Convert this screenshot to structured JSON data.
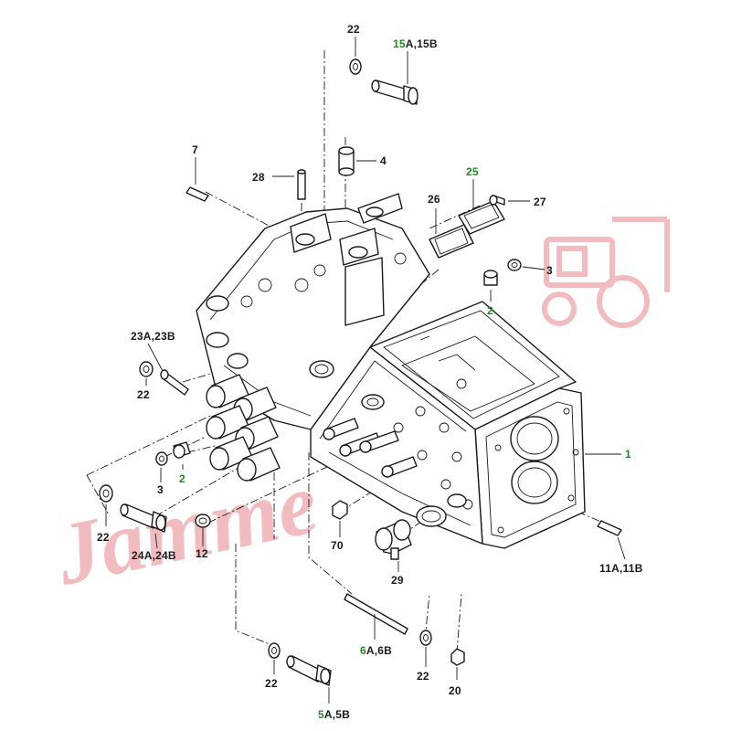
{
  "colors": {
    "label": "#1a1a1a",
    "accent": "#1f8a1f",
    "watermark": "#e8848c"
  },
  "watermark": {
    "text": "Jamme"
  },
  "callouts": [
    {
      "id": "22-top",
      "text": "22"
    },
    {
      "id": "15",
      "text": "15A,15B",
      "accent_prefix": "15",
      "rest": "A,15B"
    },
    {
      "id": "7",
      "text": "7"
    },
    {
      "id": "4",
      "text": "4"
    },
    {
      "id": "28",
      "text": "28"
    },
    {
      "id": "25",
      "text": "25",
      "accent_prefix": "25",
      "rest": ""
    },
    {
      "id": "26",
      "text": "26"
    },
    {
      "id": "27",
      "text": "27"
    },
    {
      "id": "3-right",
      "text": "3"
    },
    {
      "id": "2-right",
      "text": "2",
      "accent_prefix": "2",
      "rest": ""
    },
    {
      "id": "23",
      "text": "23A,23B"
    },
    {
      "id": "22-left",
      "text": "22"
    },
    {
      "id": "1",
      "text": "1",
      "accent_prefix": "1",
      "rest": ""
    },
    {
      "id": "3-left",
      "text": "3"
    },
    {
      "id": "2-left",
      "text": "2",
      "accent_prefix": "2",
      "rest": ""
    },
    {
      "id": "22-lower",
      "text": "22"
    },
    {
      "id": "24",
      "text": "24A,24B"
    },
    {
      "id": "12",
      "text": "12"
    },
    {
      "id": "70",
      "text": "70"
    },
    {
      "id": "29",
      "text": "29"
    },
    {
      "id": "11",
      "text": "11A,11B"
    },
    {
      "id": "6",
      "text": "6A,6B",
      "accent_prefix": "6",
      "rest": "A,6B"
    },
    {
      "id": "22-b1",
      "text": "22"
    },
    {
      "id": "22-b2",
      "text": "22"
    },
    {
      "id": "20",
      "text": "20"
    },
    {
      "id": "5",
      "text": "5A,5B",
      "accent_prefix": "5",
      "rest": "A,5B"
    }
  ]
}
